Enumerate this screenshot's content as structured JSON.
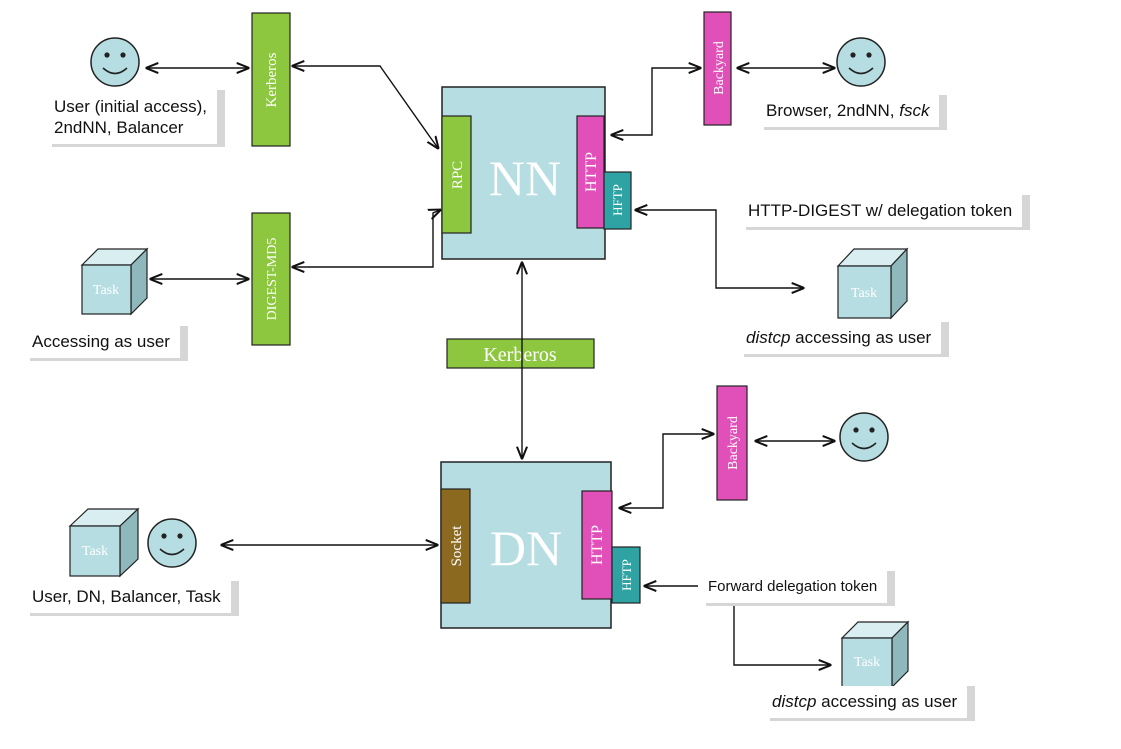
{
  "nodes": {
    "nn": "NN",
    "dn": "DN",
    "rpc": "RPC",
    "http": "HTTP",
    "hftp": "HFTP",
    "socket": "Socket",
    "kerberos": "Kerberos",
    "digest_md5": "DIGEST-MD5",
    "backyard": "Backyard",
    "task": "Task"
  },
  "labels": {
    "user_initial_line1": "User (initial access),",
    "user_initial_line2": "2ndNN, Balancer",
    "browser_prefix": "Browser, 2ndNN, ",
    "browser_italic": "fsck",
    "http_digest": "HTTP-DIGEST w/ delegation token",
    "accessing_as_user": "Accessing as user",
    "distcp": "distcp",
    "accessing_suffix": " accessing as user",
    "user_dn_balancer_task": "User, DN, Balancer, Task",
    "forward_token": "Forward delegation token"
  },
  "colors": {
    "box_fill": "#b5dde2",
    "green": "#8dc63f",
    "pink": "#e050b8",
    "teal": "#2fa3a3",
    "brown": "#8b6a1f",
    "face": "#b5dde2"
  }
}
